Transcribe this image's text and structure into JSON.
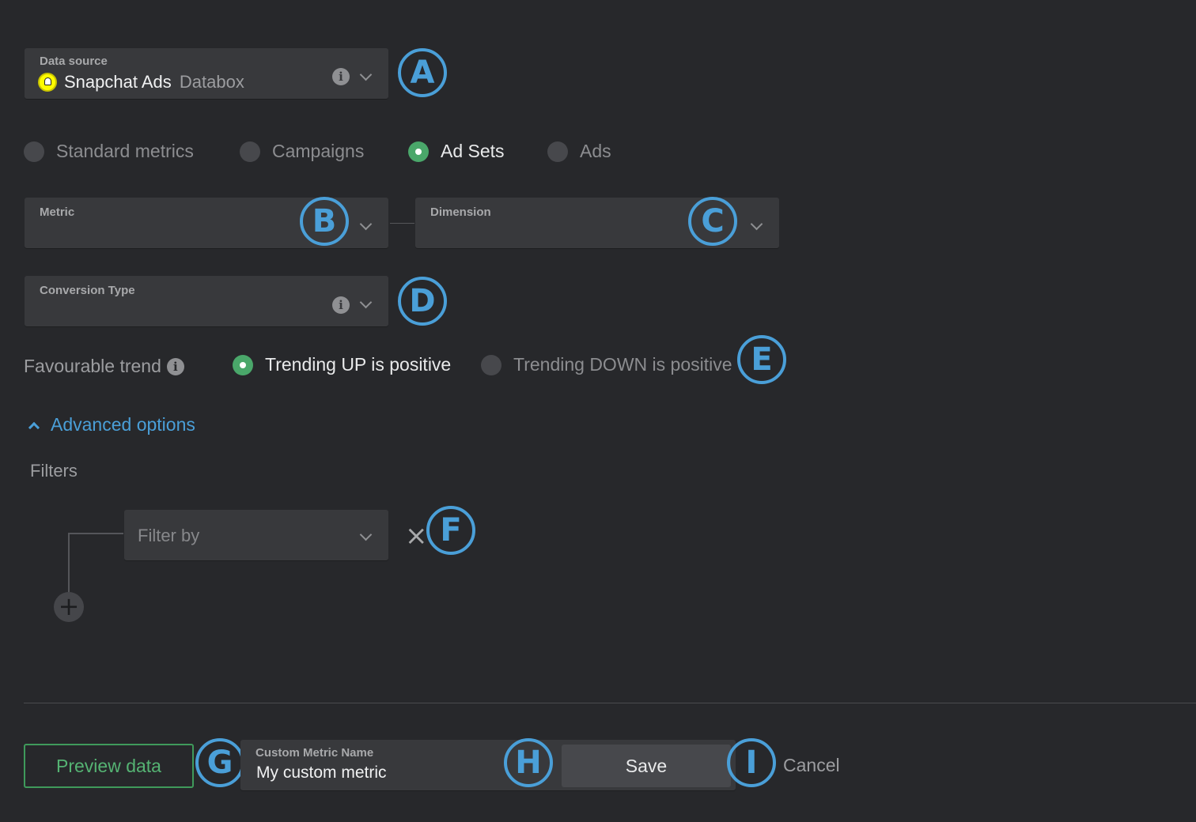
{
  "data_source": {
    "label": "Data source",
    "name": "Snapchat Ads",
    "account": "Databox",
    "logo_icon": "snapchat-ghost-icon"
  },
  "metric_tabs": [
    {
      "label": "Standard metrics",
      "selected": false
    },
    {
      "label": "Campaigns",
      "selected": false
    },
    {
      "label": "Ad Sets",
      "selected": true
    },
    {
      "label": "Ads",
      "selected": false
    }
  ],
  "metric_field": {
    "label": "Metric"
  },
  "dimension_field": {
    "label": "Dimension"
  },
  "conversion_field": {
    "label": "Conversion Type"
  },
  "favourable_trend": {
    "label": "Favourable trend",
    "options": [
      {
        "label": "Trending UP is positive",
        "selected": true
      },
      {
        "label": "Trending DOWN is positive",
        "selected": false
      }
    ]
  },
  "advanced_options": {
    "label": "Advanced options"
  },
  "filters": {
    "label": "Filters",
    "filter_by_placeholder": "Filter by",
    "remove_symbol": "×",
    "add_symbol": "+"
  },
  "footer": {
    "preview_label": "Preview data",
    "name_label": "Custom Metric Name",
    "name_value": "My custom metric",
    "save_label": "Save",
    "cancel_label": "Cancel"
  },
  "badges": {
    "a": "A",
    "b": "B",
    "c": "C",
    "d": "D",
    "e": "E",
    "f": "F",
    "g": "G",
    "h": "H",
    "i": "I"
  },
  "colors": {
    "background": "#27282b",
    "field": "#38393c",
    "accent_green": "#4aa76a",
    "link_blue": "#4a9fd8",
    "badge_blue": "#4a9fd8",
    "snapchat_yellow": "#fffc00"
  }
}
